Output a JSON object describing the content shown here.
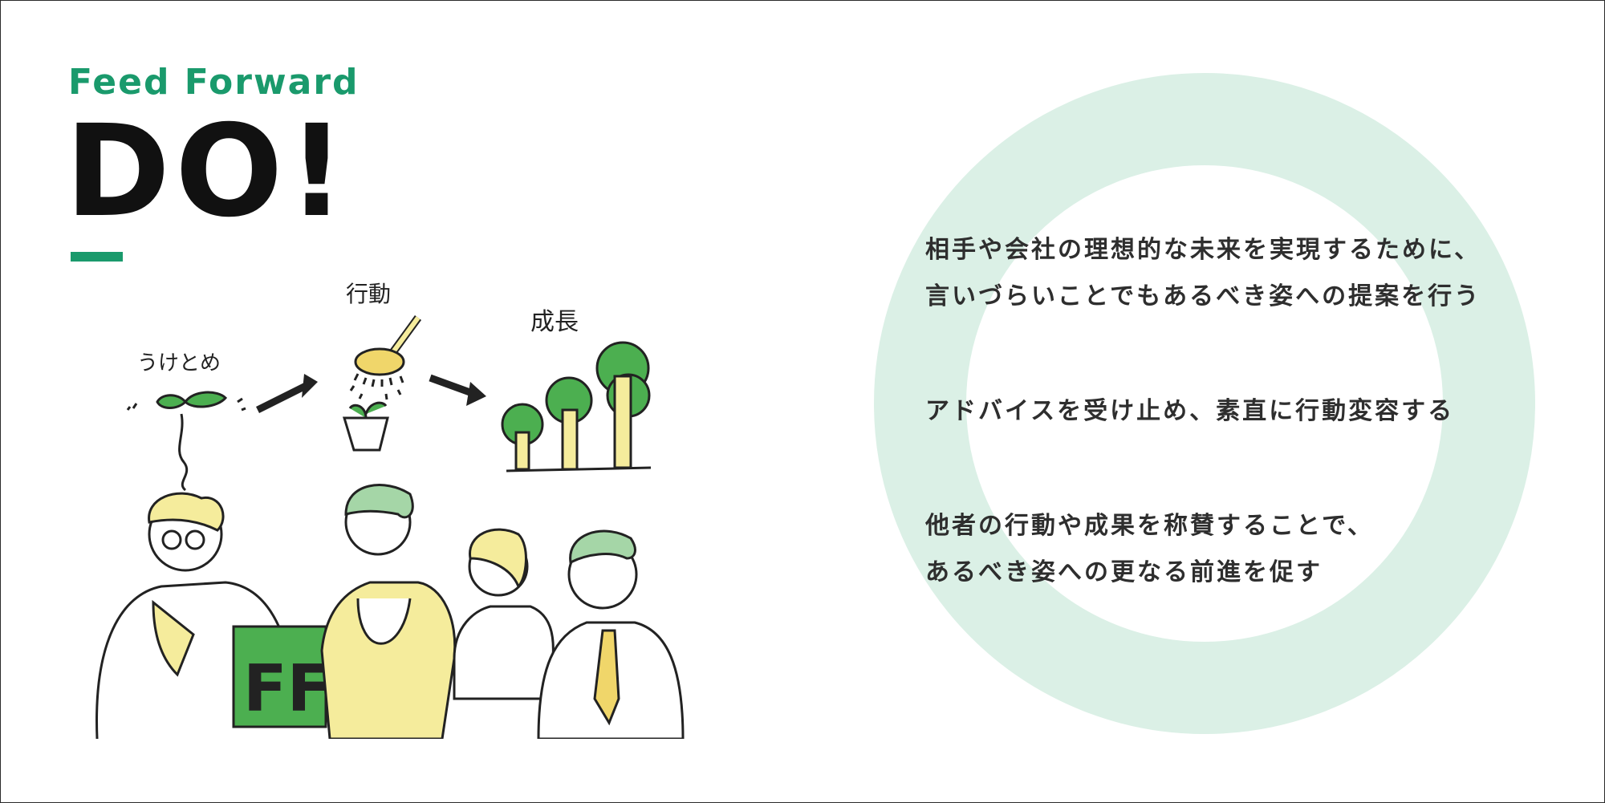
{
  "header": {
    "subtitle": "Feed Forward",
    "title": "DO!"
  },
  "illustration": {
    "labels": {
      "receive": "うけとめ",
      "action": "行動",
      "growth": "成長"
    },
    "clipboard_text": "FF"
  },
  "statements": [
    {
      "lines": [
        "相手や会社の理想的な未来を実現するために、",
        "言いづらいことでもあるべき姿への提案を行う"
      ]
    },
    {
      "lines": [
        "アドバイスを受け止め、素直に行動変容する"
      ]
    },
    {
      "lines": [
        "他者の行動や成果を称賛することで、",
        "あるべき姿への更なる前進を促す"
      ]
    }
  ],
  "colors": {
    "accent": "#1a9a6c",
    "ring": "#dbf0e6",
    "leaf_green": "#4caf50",
    "highlight_yellow": "#f5ec9c"
  }
}
